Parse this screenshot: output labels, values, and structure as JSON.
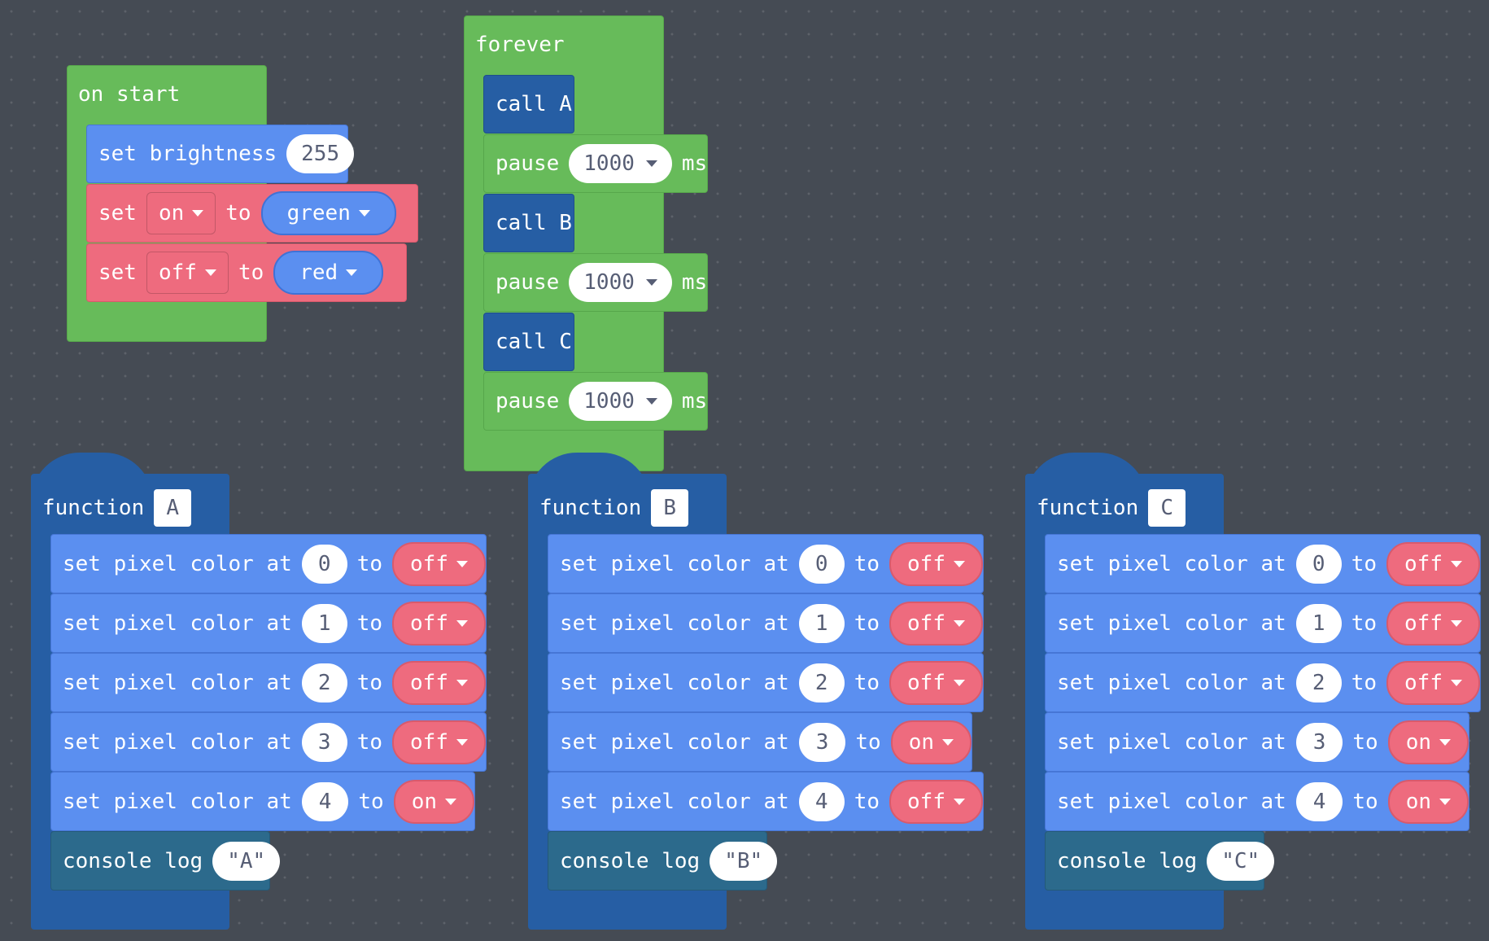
{
  "on_start": {
    "hat_label": "on start",
    "brightness": {
      "label": "set brightness",
      "value": "255"
    },
    "set_on": {
      "label": "set",
      "var": "on",
      "to": "to",
      "color": "green"
    },
    "set_off": {
      "label": "set",
      "var": "off",
      "to": "to",
      "color": "red"
    }
  },
  "forever": {
    "hat_label": "forever",
    "call_a": "call A",
    "call_b": "call B",
    "call_c": "call C",
    "pause_label": "pause",
    "pause_value": "1000",
    "ms": "ms"
  },
  "functions": [
    {
      "keyword": "function",
      "name": "A",
      "rows": [
        {
          "label": "set pixel color at",
          "index": "0",
          "to": "to",
          "value": "off"
        },
        {
          "label": "set pixel color at",
          "index": "1",
          "to": "to",
          "value": "off"
        },
        {
          "label": "set pixel color at",
          "index": "2",
          "to": "to",
          "value": "off"
        },
        {
          "label": "set pixel color at",
          "index": "3",
          "to": "to",
          "value": "off"
        },
        {
          "label": "set pixel color at",
          "index": "4",
          "to": "to",
          "value": "on"
        }
      ],
      "console": {
        "label": "console log",
        "value": "\"A\""
      }
    },
    {
      "keyword": "function",
      "name": "B",
      "rows": [
        {
          "label": "set pixel color at",
          "index": "0",
          "to": "to",
          "value": "off"
        },
        {
          "label": "set pixel color at",
          "index": "1",
          "to": "to",
          "value": "off"
        },
        {
          "label": "set pixel color at",
          "index": "2",
          "to": "to",
          "value": "off"
        },
        {
          "label": "set pixel color at",
          "index": "3",
          "to": "to",
          "value": "on"
        },
        {
          "label": "set pixel color at",
          "index": "4",
          "to": "to",
          "value": "off"
        }
      ],
      "console": {
        "label": "console log",
        "value": "\"B\""
      }
    },
    {
      "keyword": "function",
      "name": "C",
      "rows": [
        {
          "label": "set pixel color at",
          "index": "0",
          "to": "to",
          "value": "off"
        },
        {
          "label": "set pixel color at",
          "index": "1",
          "to": "to",
          "value": "off"
        },
        {
          "label": "set pixel color at",
          "index": "2",
          "to": "to",
          "value": "off"
        },
        {
          "label": "set pixel color at",
          "index": "3",
          "to": "to",
          "value": "on"
        },
        {
          "label": "set pixel color at",
          "index": "4",
          "to": "to",
          "value": "on"
        }
      ],
      "console": {
        "label": "console log",
        "value": "\"C\""
      }
    }
  ],
  "colors": {
    "workspace": "#454b54",
    "events_green": "#67bb5a",
    "basic_blue": "#5b8ff0",
    "variables_red": "#ee6b7e",
    "functions_blue": "#265ea4",
    "console_teal": "#2c6a8c"
  }
}
